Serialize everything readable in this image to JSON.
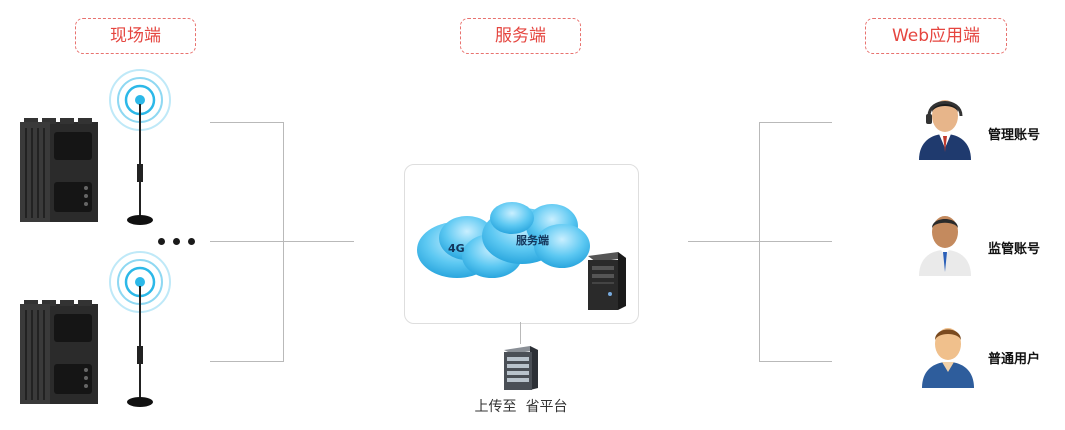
{
  "sections": {
    "field": "现场端",
    "server": "服务端",
    "web": "Web应用端"
  },
  "cloud_labels": {
    "network": "4G",
    "server": "服务端"
  },
  "upload_label": "上传至  省平台",
  "roles": [
    {
      "label": "管理账号",
      "icon": "admin-user-icon"
    },
    {
      "label": "监管账号",
      "icon": "supervisor-user-icon"
    },
    {
      "label": "普通用户",
      "icon": "regular-user-icon"
    }
  ],
  "colors": {
    "tag_border": "#e8726f",
    "tag_text": "#e5453f",
    "cloud": "#4fc3f0",
    "signal": "#2cb8e8"
  }
}
